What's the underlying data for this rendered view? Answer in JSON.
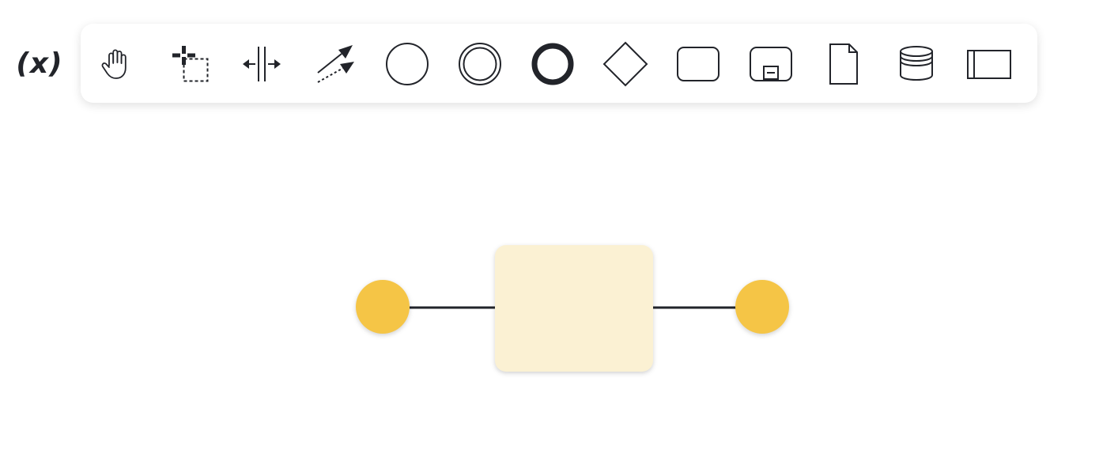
{
  "variables_toggle": {
    "label": "(x)"
  },
  "palette": {
    "tools": [
      {
        "id": "hand-tool",
        "icon": "hand-icon"
      },
      {
        "id": "lasso-tool",
        "icon": "lasso-icon"
      },
      {
        "id": "space-tool",
        "icon": "space-icon"
      },
      {
        "id": "global-connect-tool",
        "icon": "connect-icon"
      },
      {
        "id": "start-event-tool",
        "icon": "start-event-icon"
      },
      {
        "id": "intermediate-event-tool",
        "icon": "intermediate-event-icon"
      },
      {
        "id": "end-event-tool",
        "icon": "end-event-icon"
      },
      {
        "id": "gateway-tool",
        "icon": "gateway-icon"
      },
      {
        "id": "task-tool",
        "icon": "task-icon"
      },
      {
        "id": "subprocess-tool",
        "icon": "subprocess-icon"
      },
      {
        "id": "data-object-tool",
        "icon": "data-object-icon"
      },
      {
        "id": "data-store-tool",
        "icon": "data-store-icon"
      },
      {
        "id": "participant-tool",
        "icon": "participant-icon"
      }
    ]
  },
  "diagram": {
    "colors": {
      "event_fill": "#F5C546",
      "task_fill": "#FBF1D3",
      "flow_stroke": "#22242A"
    },
    "elements": [
      "start-event",
      "task",
      "end-event"
    ]
  }
}
